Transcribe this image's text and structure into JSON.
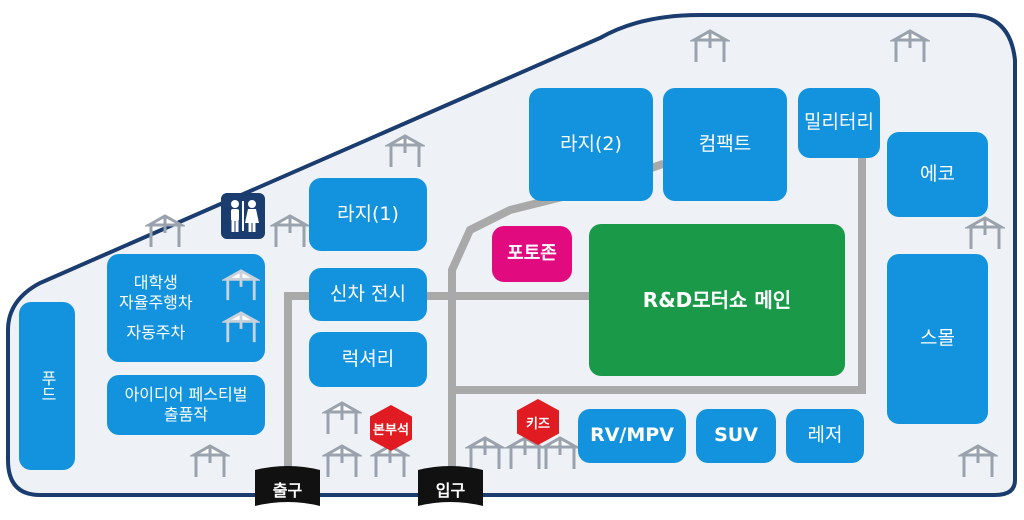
{
  "zones": {
    "large2": "라지(2)",
    "compact": "컴팩트",
    "military": "밀리터리",
    "eco": "에코",
    "large1": "라지(1)",
    "new_car": "신차 전시",
    "luxury": "럭셔리",
    "small": "스몰",
    "main": "R&D모터쇼 메인",
    "photo": "포토존",
    "rv": "RV/MPV",
    "suv": "SUV",
    "leisure": "레저",
    "food": "푸드",
    "college_line1": "대학생",
    "college_line2": "자율주행차",
    "self_drive": "자동주차",
    "idea_line1": "아이디어 페스티벌",
    "idea_line2": "출품작"
  },
  "badges": {
    "hq": "본부석",
    "kids": "키즈"
  },
  "gates": {
    "exit": "출구",
    "entrance": "입구"
  },
  "icons": {
    "restroom": "restroom-icon",
    "tent": "tent-icon"
  },
  "colors": {
    "zone_blue": "#1393dd",
    "main_green": "#1a9a48",
    "photo_pink": "#e20a7f",
    "badge_red": "#e01b22",
    "outline_navy": "#1a3c6e",
    "path_gray": "#a9a9a9"
  }
}
